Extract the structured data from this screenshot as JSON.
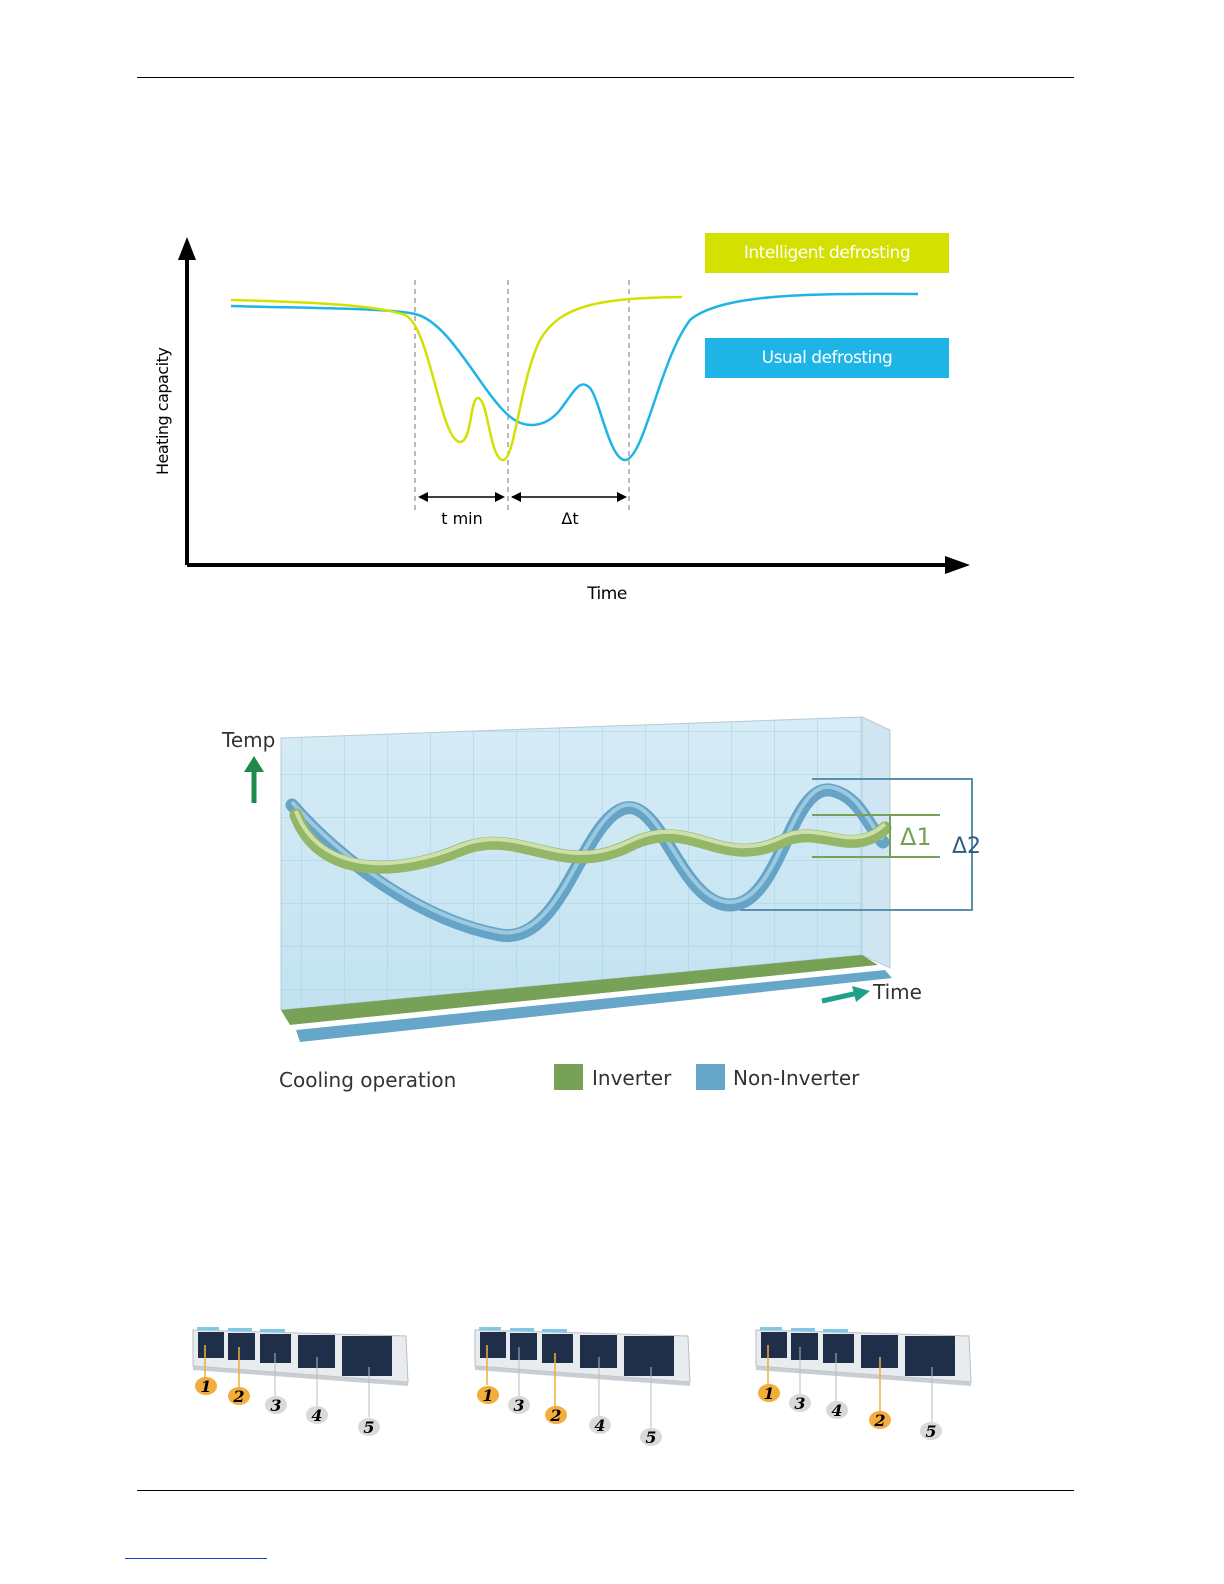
{
  "defrost_chart": {
    "y_axis_label": "Heating capacity",
    "x_axis_label": "Time",
    "tmin_label": "t min",
    "delta_t_label": "Δt",
    "legend": [
      {
        "name": "Intelligent defrosting",
        "color": "#d4e000"
      },
      {
        "name": "Usual defrosting",
        "color": "#1eb4e6"
      }
    ]
  },
  "cooling_chart": {
    "y_axis_label": "Temp",
    "x_axis_label": "Time",
    "delta1_label": "Δ1",
    "delta2_label": "Δ2",
    "caption": "Cooling operation",
    "legend": [
      {
        "name": "Inverter",
        "color": "#76a156"
      },
      {
        "name": "Non-Inverter",
        "color": "#66a6c8"
      }
    ]
  },
  "chart_data": [
    {
      "type": "line",
      "xlabel": "Time",
      "ylabel": "Heating capacity",
      "series": [
        {
          "name": "Intelligent defrosting",
          "color": "#d4e000"
        },
        {
          "name": "Usual defrosting",
          "color": "#1eb4e6"
        }
      ],
      "annotations": [
        "t min",
        "Δt"
      ]
    },
    {
      "type": "line",
      "xlabel": "Time",
      "ylabel": "Temp",
      "series": [
        {
          "name": "Inverter",
          "color": "#76a156"
        },
        {
          "name": "Non-Inverter",
          "color": "#66a6c8"
        }
      ],
      "annotations": [
        "Δ1",
        "Δ2",
        "Cooling operation"
      ]
    }
  ],
  "unit_groups": [
    {
      "badges": [
        "1",
        "2",
        "3",
        "4",
        "5"
      ],
      "highlighted": [
        "1",
        "2"
      ]
    },
    {
      "badges": [
        "1",
        "3",
        "2",
        "4",
        "5"
      ],
      "highlighted": [
        "1",
        "2"
      ]
    },
    {
      "badges": [
        "1",
        "3",
        "4",
        "2",
        "5"
      ],
      "highlighted": [
        "1",
        "2"
      ]
    }
  ],
  "colors": {
    "badge_highlight": "#f2ad3c",
    "badge_normal": "#d9d9d9",
    "unit_panel": "#1f2f4a"
  }
}
